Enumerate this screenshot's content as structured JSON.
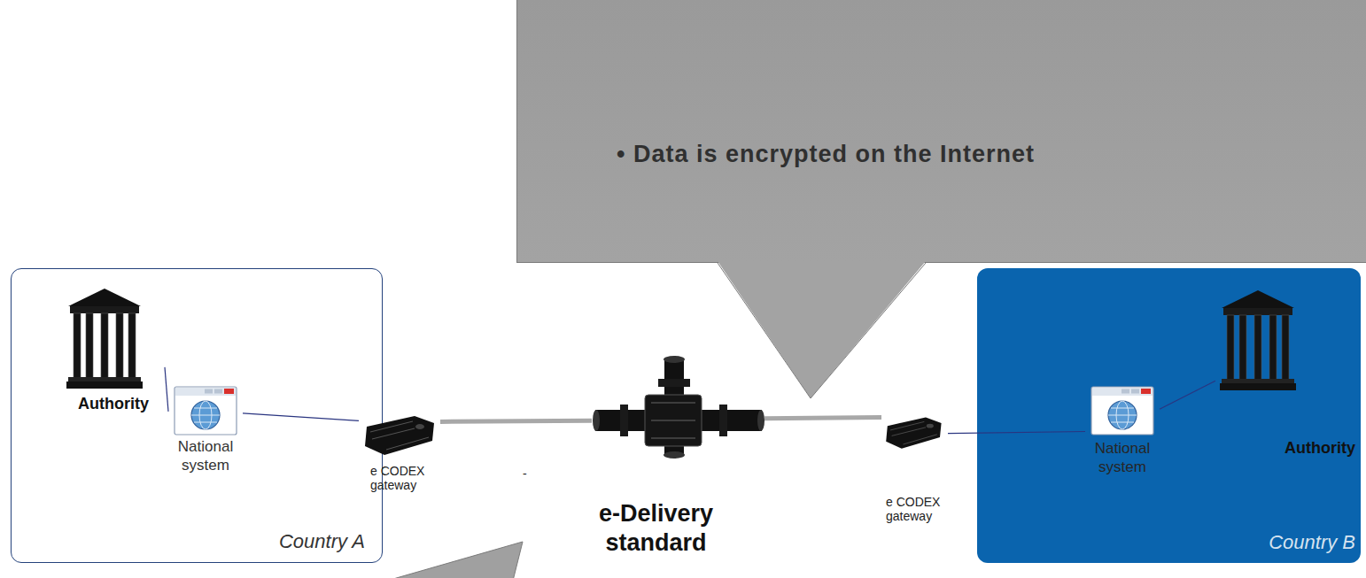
{
  "diagram": {
    "nodes": [
      {
        "text": [
          "• Data is encrypted on the Internet"
        ]
      },
      {
        "text": [
          "Country A"
        ]
      },
      {
        "text": [
          "Authority"
        ],
        "in": 1
      },
      {
        "text": [
          "National system"
        ],
        "in": 1
      },
      {
        "text": [
          "e CODEX gateway"
        ]
      },
      {
        "text": [
          "e-Delivery standard"
        ]
      },
      {
        "text": [
          "e CODEX gateway"
        ]
      },
      {
        "text": [
          "Country B"
        ]
      },
      {
        "text": [
          "National system"
        ],
        "in": 7
      },
      {
        "text": [
          "Authority"
        ],
        "in": 7
      }
    ],
    "edges": [
      {
        "from": 2,
        "to": 3,
        "arrow": "none"
      },
      {
        "from": 3,
        "to": 4,
        "arrow": "none"
      },
      {
        "from": 4,
        "to": 5,
        "arrow": "none"
      },
      {
        "from": 5,
        "to": 6,
        "arrow": "none"
      },
      {
        "from": 6,
        "to": 8,
        "arrow": "none"
      },
      {
        "from": 8,
        "to": 9,
        "arrow": "none"
      }
    ],
    "labels": [
      "-"
    ]
  }
}
